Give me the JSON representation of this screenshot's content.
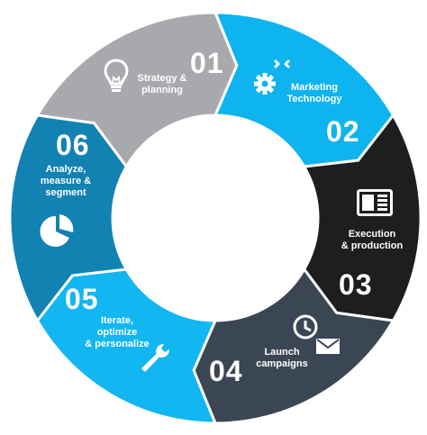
{
  "colors": {
    "gray": "#a7a9ac",
    "cyan": "#0db4ef",
    "black": "#1d1e20",
    "slate": "#3b4654",
    "sky": "#12b6f0",
    "blue": "#1282b2"
  },
  "segments": [
    {
      "number": "01",
      "label_lines": [
        "Strategy &",
        "planning"
      ],
      "icon": "lightbulb-icon"
    },
    {
      "number": "02",
      "label_lines": [
        "Marketing",
        "Technology"
      ],
      "icon": "gear-code-icon"
    },
    {
      "number": "03",
      "label_lines": [
        "Execution",
        "& production"
      ],
      "icon": "newspaper-icon"
    },
    {
      "number": "04",
      "label_lines": [
        "Launch",
        "campaigns"
      ],
      "icon": "clock-envelope-icon"
    },
    {
      "number": "05",
      "label_lines": [
        "Iterate,",
        "optimize",
        "& personalize"
      ],
      "icon": "wrench-icon"
    },
    {
      "number": "06",
      "label_lines": [
        "Analyze,",
        "measure &",
        "segment"
      ],
      "icon": "pie-chart-icon"
    }
  ]
}
